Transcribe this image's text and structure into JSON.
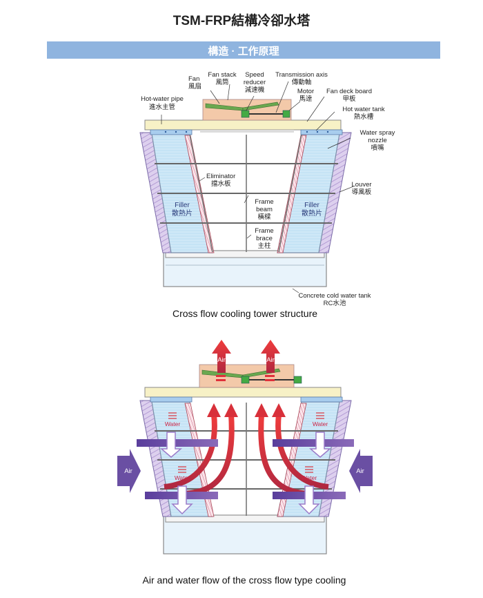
{
  "title": "TSM-FRP結構冷卻水塔",
  "banner": "構造 · 工作原理",
  "diagram1": {
    "caption": "Cross flow cooling tower structure",
    "labels": {
      "fan_en": "Fan",
      "fan_zh": "風扇",
      "fan_stack_en": "Fan stack",
      "fan_stack_zh": "風筒",
      "speed_1": "Speed",
      "speed_2": "reducer",
      "speed_zh": "減速機",
      "transmission_en": "Transmission axis",
      "transmission_zh": "傳動軸",
      "motor_en": "Motor",
      "motor_zh": "馬達",
      "fan_deck_en": "Fan deck board",
      "fan_deck_zh": "甲板",
      "hot_tank_en": "Hot water tank",
      "hot_tank_zh": "熱水槽",
      "hot_pipe_en": "Hot-water pipe",
      "hot_pipe_zh": "進水主管",
      "spray_1": "Water spray",
      "spray_2": "nozzle",
      "spray_zh": "噴嘴",
      "eliminator_en": "Eliminator",
      "eliminator_zh": "擋水板",
      "louver_en": "Louver",
      "louver_zh": "導風板",
      "filler_en": "Filler",
      "filler_zh": "散熱片",
      "beam_1": "Frame",
      "beam_2": "beam",
      "beam_zh": "橫樑",
      "brace_1": "Frame",
      "brace_2": "brace",
      "brace_zh": "主柱",
      "tank_en": "Concrete cold water tank",
      "tank_zh": "RC水池"
    }
  },
  "diagram2": {
    "caption": "Air and water flow of the cross flow type cooling",
    "air": "Air",
    "water": "Water"
  },
  "colors": {
    "banner": "#8fb4df",
    "filler": "#cfe8f7",
    "louver": "#c9b6e0",
    "fan_stack": "#f3c9a9",
    "deck": "#f7f1c6",
    "motor": "#44aa44",
    "air_hot": "#d8303a",
    "air_cold": "#6a4fa3"
  }
}
